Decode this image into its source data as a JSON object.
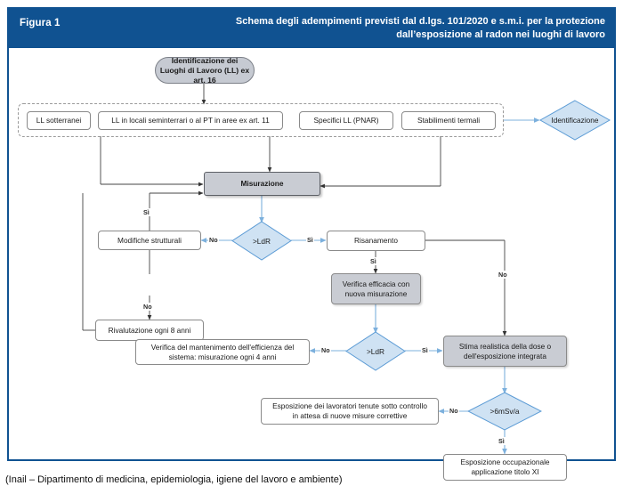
{
  "header": {
    "figure_label": "Figura 1",
    "title_line1": "Schema degli adempimenti previsti dal d.lgs. 101/2020 e s.m.i. per la protezione",
    "title_line2": "dall’esposizione al radon nei luoghi di lavoro",
    "bar_color": "#105291"
  },
  "caption": "(Inail – Dipartimento di medicina, epidemiologia, igiene del lavoro e ambiente)",
  "colors": {
    "frame_border": "#105291",
    "diamond_fill": "#cfe2f3",
    "diamond_stroke": "#5b9bd5",
    "gray_fill": "#c9ccd3",
    "blue_wire": "#7cb0dd",
    "dark_wire": "#4a4a4a"
  },
  "chart_data": {
    "type": "flowchart",
    "title": "Schema degli adempimenti previsti dal d.lgs. 101/2020 e s.m.i. per la protezione dall’esposizione al radon nei luoghi di lavoro",
    "nodes": [
      {
        "id": "n1",
        "label": "Identificazione dei Luoghi di Lavoro (LL) ex art. 16",
        "shape": "stadium"
      },
      {
        "id": "n2",
        "label": "LL sotterranei",
        "shape": "rect"
      },
      {
        "id": "n3",
        "label": "LL in locali seminterrari o al PT in aree ex art. 11",
        "shape": "rect"
      },
      {
        "id": "n4",
        "label": "Specifici LL (PNAR)",
        "shape": "rect"
      },
      {
        "id": "n5",
        "label": "Stabilimenti termali",
        "shape": "rect"
      },
      {
        "id": "n6",
        "label": "Identificazione",
        "shape": "diamond"
      },
      {
        "id": "n7",
        "label": "Misurazione",
        "shape": "process"
      },
      {
        "id": "n8",
        "label": ">LdR",
        "shape": "diamond"
      },
      {
        "id": "n9",
        "label": "Modifiche strutturali",
        "shape": "rect"
      },
      {
        "id": "n10",
        "label": "Rivalutazione ogni 8 anni",
        "shape": "rect"
      },
      {
        "id": "n11",
        "label": "Risanamento",
        "shape": "rect"
      },
      {
        "id": "n12",
        "label": "Verifica efficacia con nuova misurazione",
        "shape": "process"
      },
      {
        "id": "n13",
        "label": ">LdR",
        "shape": "diamond"
      },
      {
        "id": "n14",
        "label": "Verifica del mantenimento dell'efficienza del sistema: misurazione ogni 4 anni",
        "shape": "rect"
      },
      {
        "id": "n15",
        "label": "Stima realistica della dose o dell'esposizione integrata",
        "shape": "process"
      },
      {
        "id": "n16",
        "label": ">6mSv/a",
        "shape": "diamond"
      },
      {
        "id": "n17",
        "label": "Esposizione dei lavoratori tenute sotto controllo in attesa di nuove misure correttive",
        "shape": "rect"
      },
      {
        "id": "n18",
        "label": "Esposizione occupazionale applicazione titolo XI",
        "shape": "rect"
      }
    ],
    "edges": [
      {
        "from": "n1",
        "to": "group",
        "label": ""
      },
      {
        "from": "group",
        "to": "n6",
        "label": ""
      },
      {
        "from": "n2",
        "to": "n7",
        "label": ""
      },
      {
        "from": "n3",
        "to": "n7",
        "label": ""
      },
      {
        "from": "n4",
        "to": "n7",
        "label": ""
      },
      {
        "from": "n5",
        "to": "n7",
        "label": ""
      },
      {
        "from": "n7",
        "to": "n8",
        "label": ""
      },
      {
        "from": "n8",
        "to": "n9",
        "label": "No"
      },
      {
        "from": "n8",
        "to": "n11",
        "label": "Sì"
      },
      {
        "from": "n9",
        "to": "n7",
        "label": "Sì"
      },
      {
        "from": "n9",
        "to": "n10",
        "label": "No"
      },
      {
        "from": "n10",
        "to": "n7",
        "label": ""
      },
      {
        "from": "n11",
        "to": "n12",
        "label": "Sì"
      },
      {
        "from": "n11",
        "to": "n15",
        "label": "No"
      },
      {
        "from": "n12",
        "to": "n13",
        "label": ""
      },
      {
        "from": "n13",
        "to": "n14",
        "label": "No"
      },
      {
        "from": "n13",
        "to": "n15",
        "label": "Sì"
      },
      {
        "from": "n15",
        "to": "n16",
        "label": ""
      },
      {
        "from": "n16",
        "to": "n17",
        "label": "No"
      },
      {
        "from": "n16",
        "to": "n18",
        "label": "Sì"
      }
    ]
  },
  "labels": {
    "start": "Identificazione dei Luoghi di Lavoro (LL) ex art. 16",
    "ll_sotterranei": "LL sotterranei",
    "ll_seminterrati": "LL in locali seminterrari o al PT in aree ex art. 11",
    "ll_pnar": "Specifici LL (PNAR)",
    "ll_termali": "Stabilimenti termali",
    "identificazione": "Identificazione",
    "misurazione": "Misurazione",
    "ldr1": ">LdR",
    "modifiche": "Modifiche strutturali",
    "rivalutazione": "Rivalutazione ogni 8 anni",
    "risanamento": "Risanamento",
    "verifica_efficacia_l1": "Verifica efficacia con",
    "verifica_efficacia_l2": "nuova misurazione",
    "ldr2": ">LdR",
    "verifica_mant_l1": "Verifica del mantenimento dell'efficienza del",
    "verifica_mant_l2": "sistema: misurazione ogni 4 anni",
    "stima_l1": "Stima realistica della dose o",
    "stima_l2": "dell'esposizione integrata",
    "msv": ">6mSv/a",
    "esposizione_controllo_l1": "Esposizione dei lavoratori tenute sotto controllo",
    "esposizione_controllo_l2": "in attesa di nuove misure correttive",
    "esposizione_occ_l1": "Esposizione occupazionale",
    "esposizione_occ_l2": "applicazione titolo XI"
  },
  "edge_labels": {
    "no1": "No",
    "si1": "Sì",
    "si_mod": "Sì",
    "no_mod": "No",
    "si_ris": "Sì",
    "no_ris": "No",
    "no2": "No",
    "si2": "Sì",
    "no3": "No",
    "si3": "Sì"
  }
}
